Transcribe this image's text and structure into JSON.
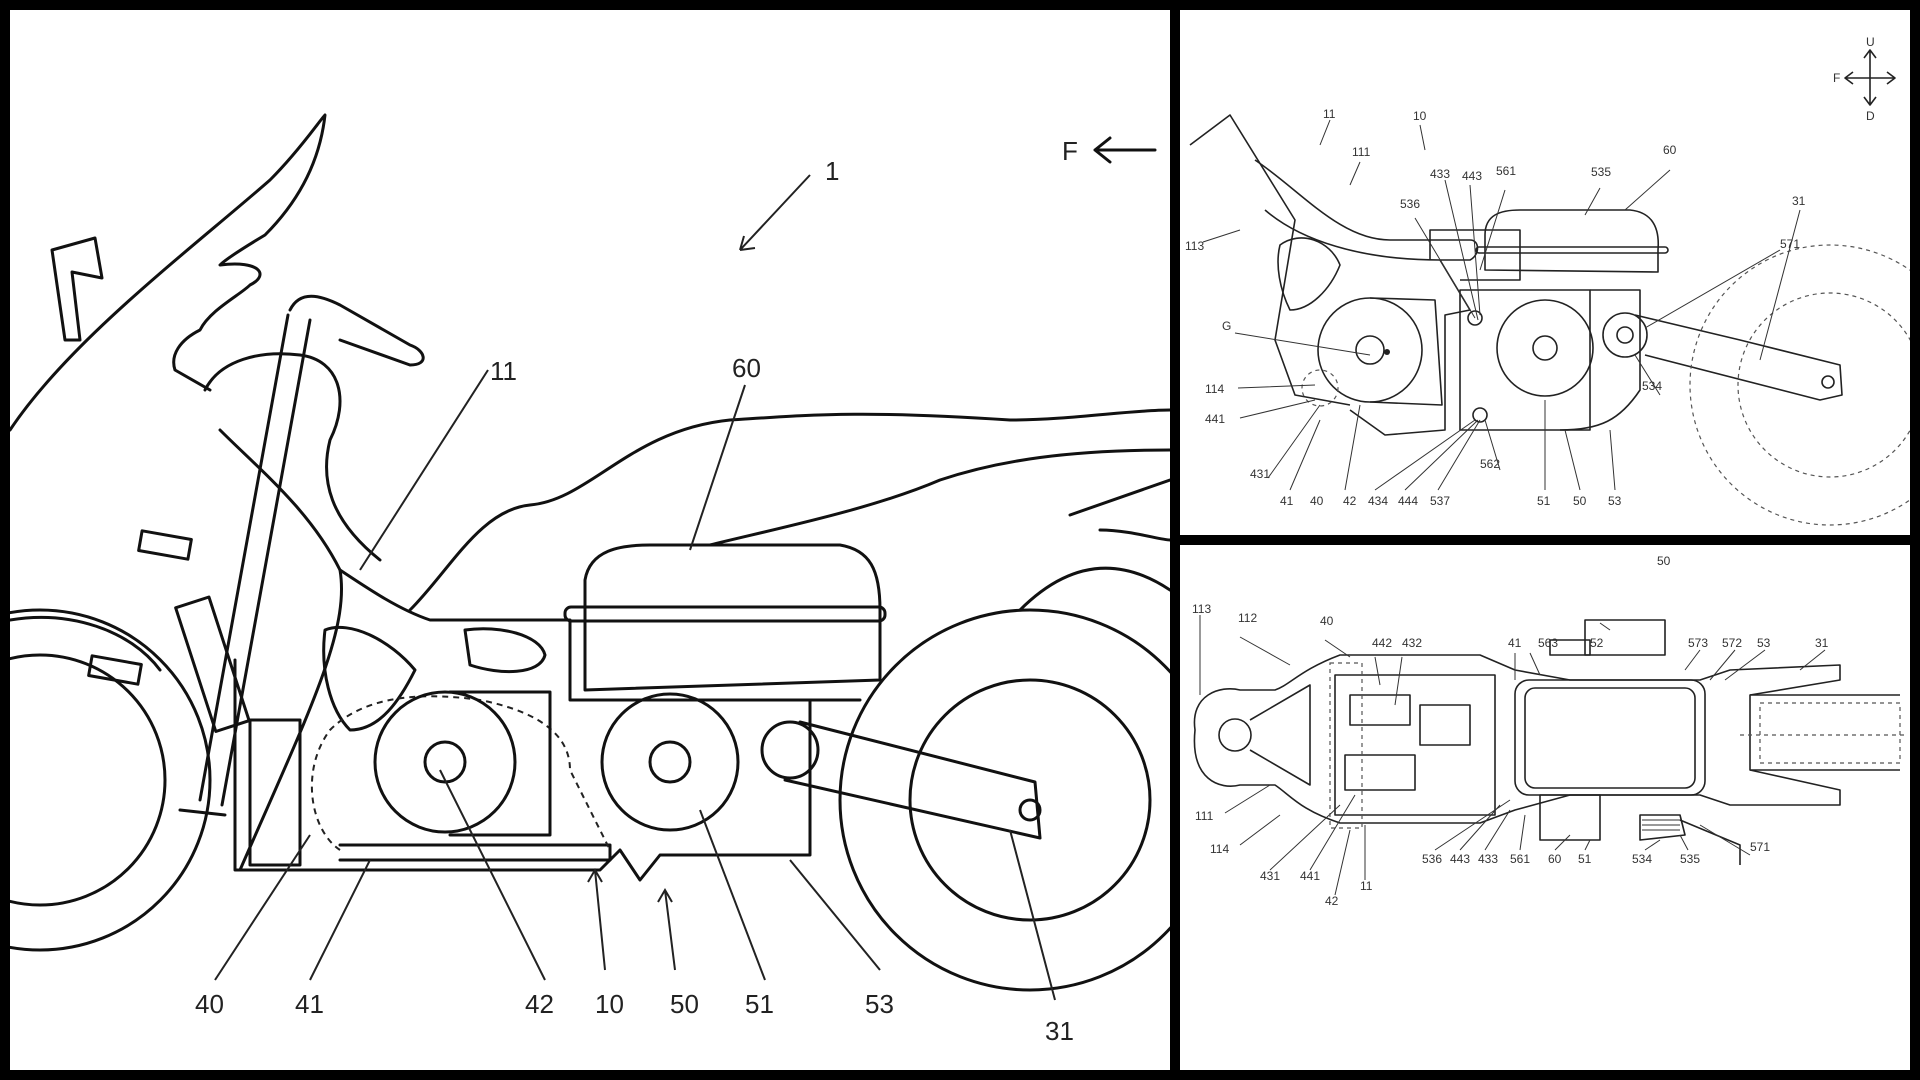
{
  "main": {
    "direction_label": "F",
    "labels": {
      "l1": "1",
      "l11": "11",
      "l60": "60",
      "l40": "40",
      "l41": "41",
      "l42": "42",
      "l10": "10",
      "l50": "50",
      "l51": "51",
      "l53": "53",
      "l31": "31"
    }
  },
  "top_right": {
    "compass": {
      "u": "U",
      "f": "F",
      "d": "D"
    },
    "labels": {
      "l11": "11",
      "l10": "10",
      "l111": "111",
      "l433": "433",
      "l443": "443",
      "l561": "561",
      "l535": "535",
      "l60": "60",
      "l536": "536",
      "l31": "31",
      "l113": "113",
      "l571": "571",
      "lG": "G",
      "l114": "114",
      "l534": "534",
      "l441": "441",
      "l431": "431",
      "l41": "41",
      "l40": "40",
      "l42": "42",
      "l434": "434",
      "l444": "444",
      "l537": "537",
      "l51": "51",
      "l50": "50",
      "l53": "53",
      "l562": "562"
    }
  },
  "bottom_right": {
    "labels": {
      "l50": "50",
      "l112": "112",
      "l40": "40",
      "l442": "442",
      "l432": "432",
      "l41": "41",
      "l563": "563",
      "l52": "52",
      "l573": "573",
      "l572": "572",
      "l53": "53",
      "l31": "31",
      "l113": "113",
      "l111": "111",
      "l114": "114",
      "l431": "431",
      "l441": "441",
      "l42": "42",
      "l11": "11",
      "l536": "536",
      "l443": "443",
      "l433": "433",
      "l561": "561",
      "l60": "60",
      "l51": "51",
      "l534": "534",
      "l535": "535",
      "l571": "571"
    }
  }
}
